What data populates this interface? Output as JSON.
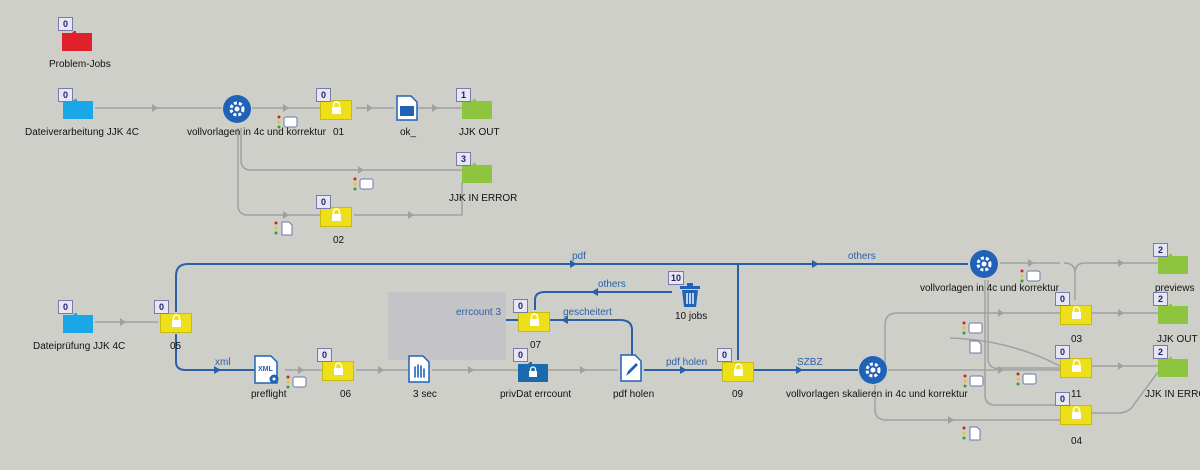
{
  "colors": {
    "flow_blue": "#2a60a8",
    "flow_gray": "#a0a0a0",
    "folder_blue": "#1aa7e8",
    "folder_green": "#8ec53f",
    "folder_red": "#e0202a",
    "queue_yellow": "#ede01a",
    "gear_blue": "#1f62b8"
  },
  "labels": {
    "problem_jobs": "Problem-Jobs",
    "datei_jjk": "Dateiverarbeitung JJK 4C",
    "vollvorlagen_top": "vollvorlagen in 4c und korrektur",
    "q01": "01",
    "ok": "ok_",
    "jjk_out_top": "JJK OUT",
    "jjk_in_error_top": "JJK IN ERROR",
    "q02": "02",
    "dateipruefung": "Dateiprüfung JJK 4C",
    "q05": "05",
    "preflight": "preflight",
    "q06": "06",
    "sec3": "3 sec",
    "q07": "07",
    "jobs10": "10 jobs",
    "privdat": "privDat errcount",
    "pdf_holen": "pdf holen",
    "q09": "09",
    "vollvorlagen_skal": "vollvorlagen skalieren in 4c und korrektur",
    "vollvorlagen_right": "vollvorlagen in 4c und korrektur",
    "q03": "03",
    "q11": "11",
    "q04": "04",
    "previews": "previews",
    "jjk_out_right": "JJK OUT",
    "jjk_in_error_right": "JJK IN ERRO"
  },
  "wire_labels": {
    "pdf": "pdf",
    "others_top": "others",
    "xml": "xml",
    "errcount3": "errcount 3",
    "others_mid": "others",
    "gescheitert": "gescheitert",
    "pdf_holen": "pdf holen",
    "szbz": "SZBZ"
  },
  "badges": {
    "problem_jobs": "0",
    "datei_jjk": "0",
    "q01": "0",
    "jjk_out_top": "1",
    "jjk_in_error_top": "3",
    "q02": "0",
    "dateipruefung": "0",
    "q05": "0",
    "q06": "0",
    "q07": "0",
    "trash": "10",
    "privdat": "0",
    "q09": "0",
    "previews": "2",
    "q03": "0",
    "jjk_out_right": "2",
    "q11": "0",
    "jjk_in_error_right": "2",
    "q04": "0"
  }
}
